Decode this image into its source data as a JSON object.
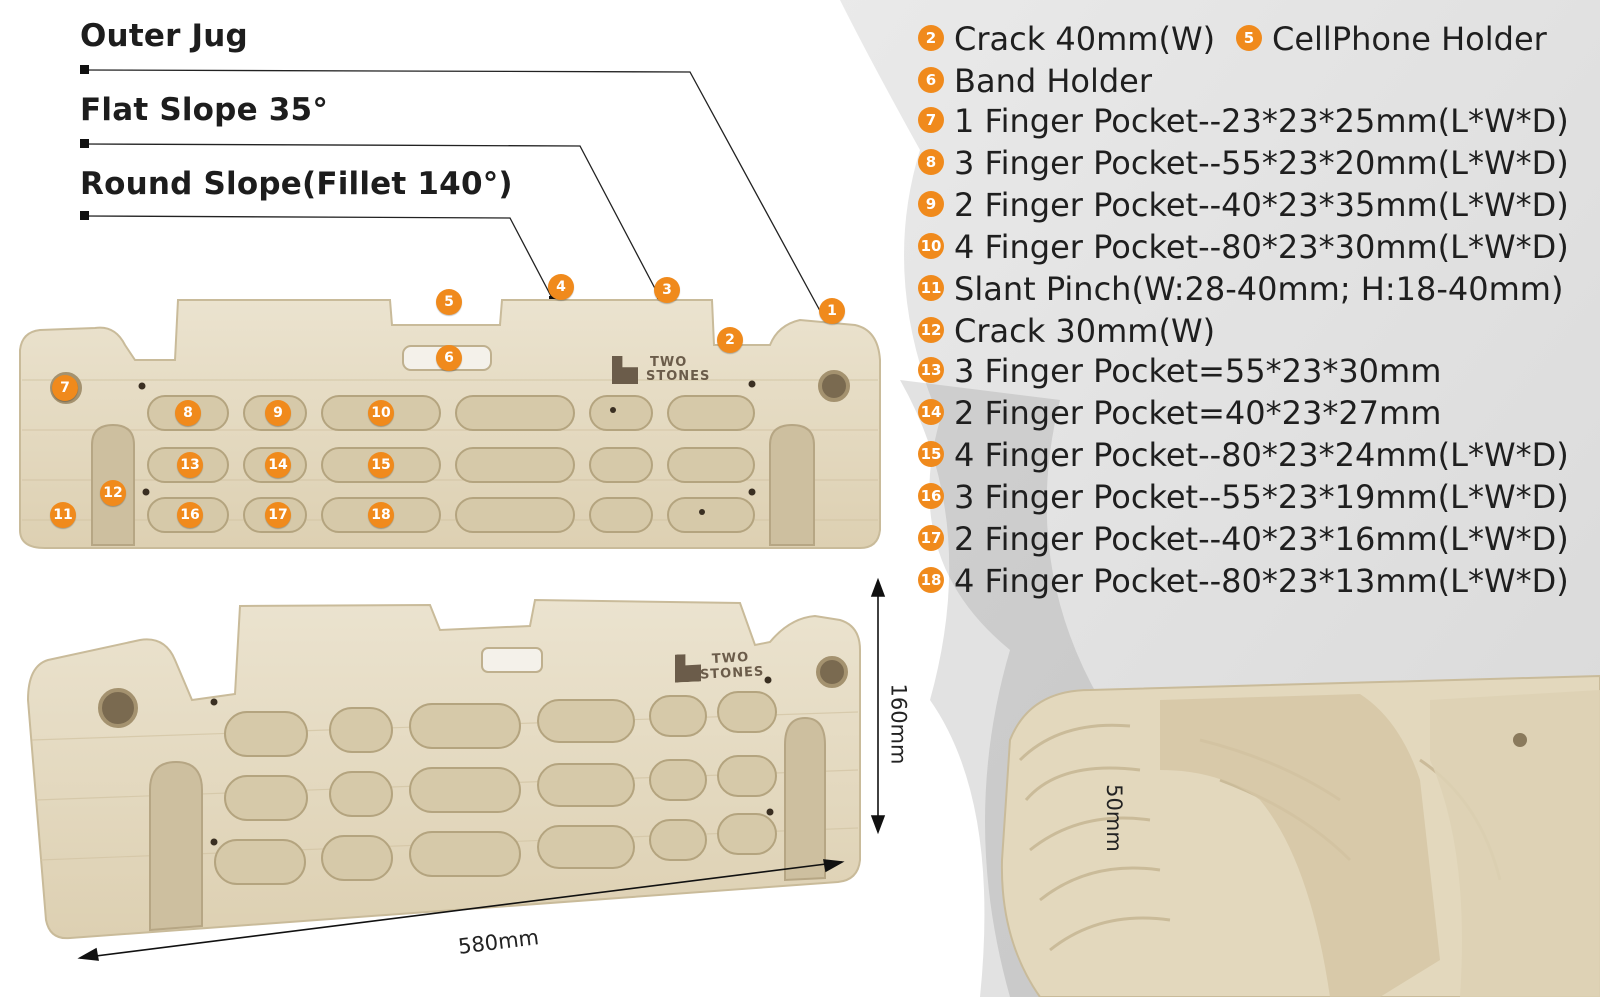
{
  "callouts": [
    {
      "label": "Outer Jug"
    },
    {
      "label": "Flat Slope 35°"
    },
    {
      "label": "Round Slope(Fillet 140°)"
    }
  ],
  "specs": [
    {
      "num": "2",
      "text": "Crack 40mm(W)"
    },
    {
      "num": "5",
      "text": "CellPhone Holder"
    },
    {
      "num": "6",
      "text": "Band Holder"
    },
    {
      "num": "7",
      "text": "1 Finger Pocket--23*23*25mm(L*W*D)"
    },
    {
      "num": "8",
      "text": "3 Finger Pocket--55*23*20mm(L*W*D)"
    },
    {
      "num": "9",
      "text": "2 Finger Pocket--40*23*35mm(L*W*D)"
    },
    {
      "num": "10",
      "text": "4 Finger Pocket--80*23*30mm(L*W*D)"
    },
    {
      "num": "11",
      "text": "Slant Pinch(W:28-40mm; H:18-40mm)"
    },
    {
      "num": "12",
      "text": "Crack 30mm(W)"
    },
    {
      "num": "13",
      "text": "3 Finger Pocket=55*23*30mm"
    },
    {
      "num": "14",
      "text": "2 Finger Pocket=40*23*27mm"
    },
    {
      "num": "15",
      "text": "4 Finger Pocket--80*23*24mm(L*W*D)"
    },
    {
      "num": "16",
      "text": "3 Finger Pocket--55*23*19mm(L*W*D)"
    },
    {
      "num": "17",
      "text": "2 Finger Pocket--40*23*16mm(L*W*D)"
    },
    {
      "num": "18",
      "text": "4 Finger Pocket--80*23*13mm(L*W*D)"
    }
  ],
  "badges": [
    "1",
    "2",
    "3",
    "4",
    "5",
    "6",
    "7",
    "8",
    "9",
    "10",
    "11",
    "12",
    "13",
    "14",
    "15",
    "16",
    "17",
    "18"
  ],
  "brand": {
    "line1": "TWO",
    "line2": "STONES"
  },
  "dimensions": {
    "length": "580mm",
    "height": "160mm",
    "depth": "50mm"
  },
  "colors": {
    "accent": "#f08a1c",
    "wood": "#e6dcc4",
    "wood_dark": "#cbbd9d",
    "text": "#1f1f1f"
  }
}
